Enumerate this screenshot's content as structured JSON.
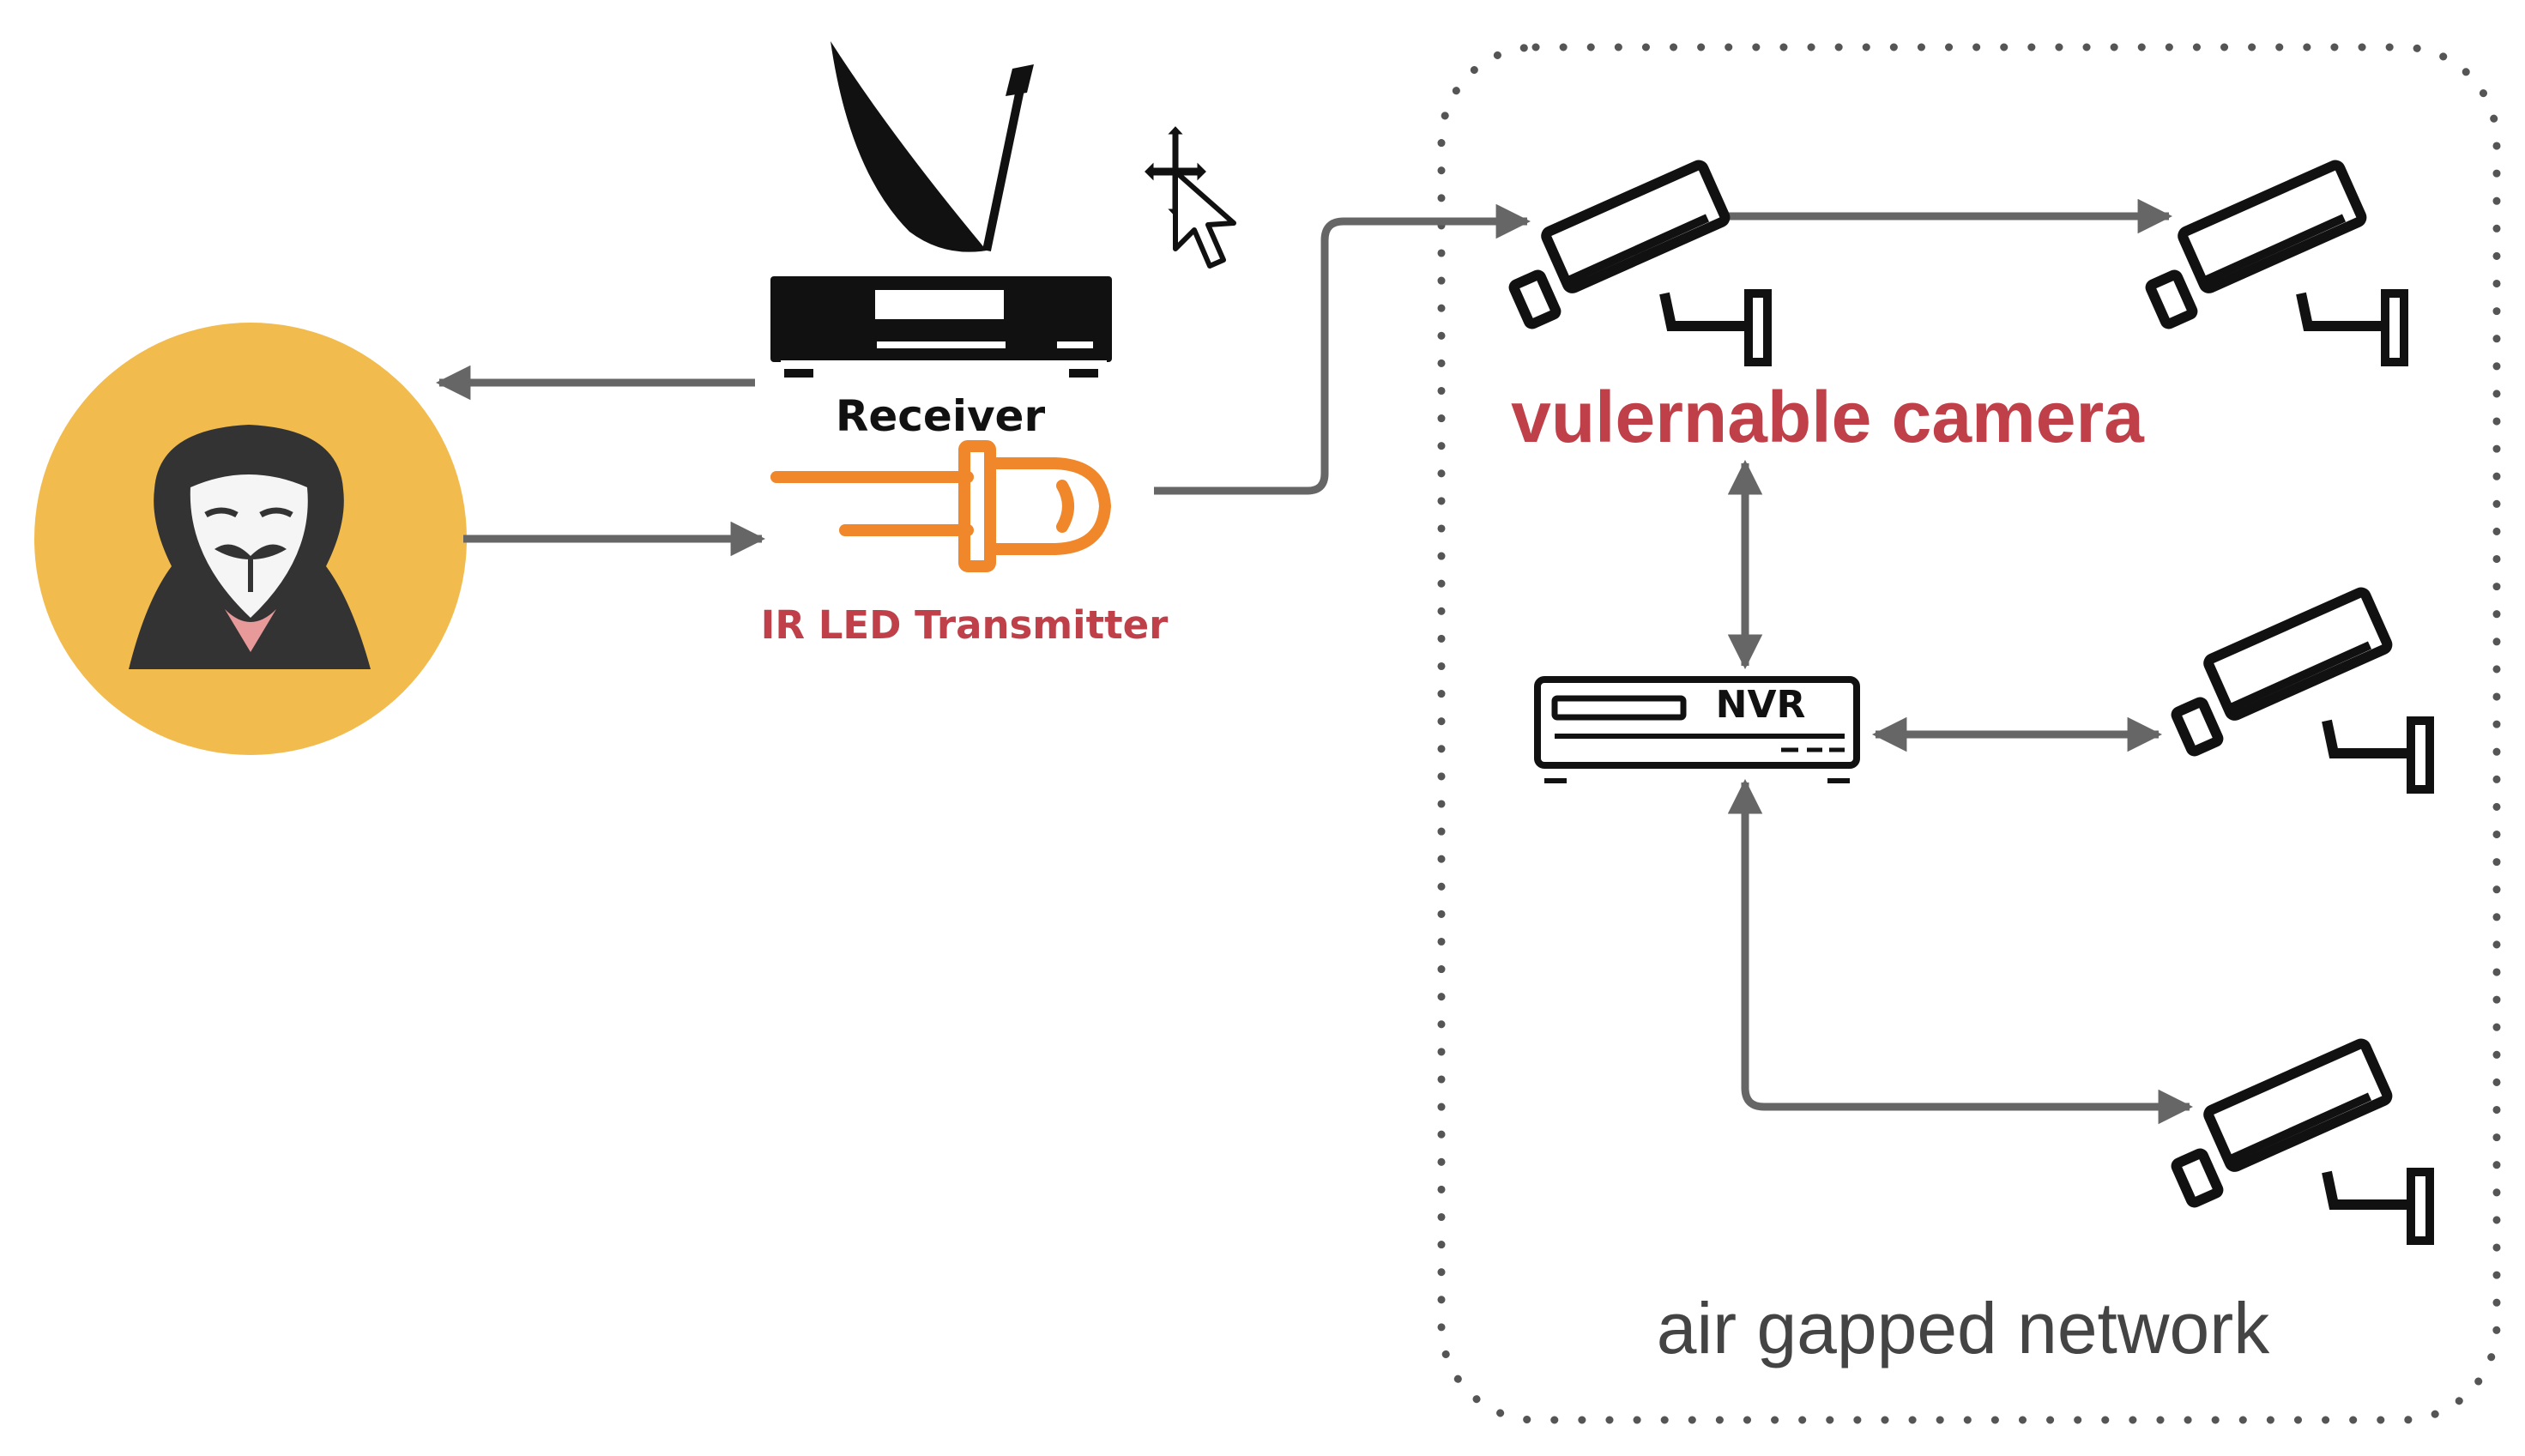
{
  "labels": {
    "receiver": "Receiver",
    "ir_led_transmitter": "IR LED Transmitter",
    "vulnerable_camera": "vulernable camera",
    "nvr": "NVR",
    "air_gapped_network": "air gapped network"
  },
  "icons": {
    "attacker": "hacker-icon",
    "satellite_dish": "satellite-dish-icon",
    "receiver": "receiver-box-icon",
    "ir_led": "ir-led-icon",
    "nvr": "nvr-box-icon",
    "camera": "security-camera-icon",
    "cursor": "move-cursor-icon"
  },
  "colors": {
    "accent_red": "#c0404a",
    "led_orange": "#f0872a",
    "avatar_circle": "#f1bb4e",
    "arrow_gray": "#666666",
    "dark": "#111111"
  }
}
